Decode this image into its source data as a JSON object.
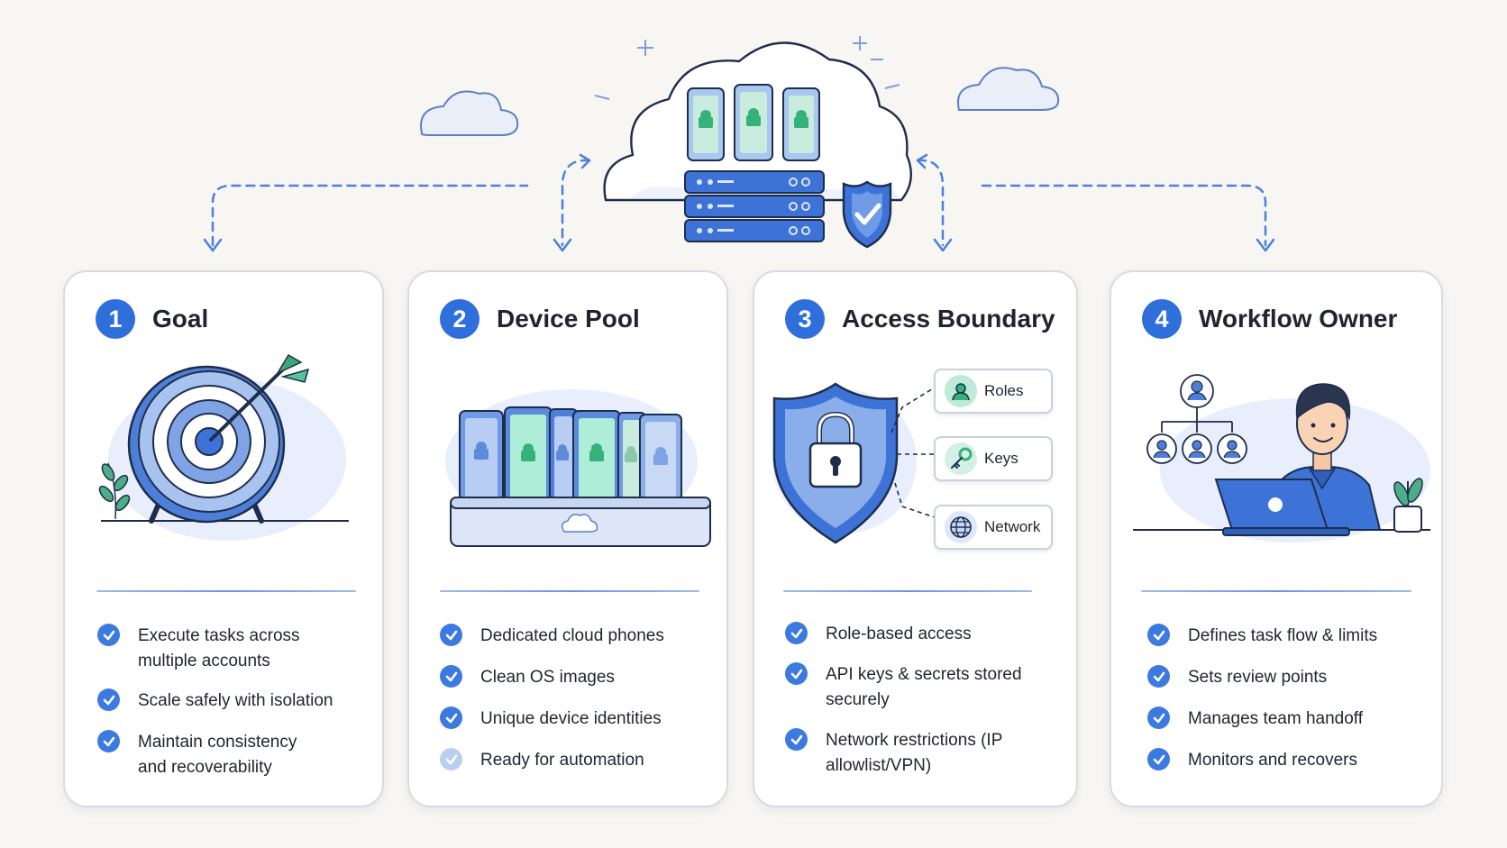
{
  "cards": [
    {
      "number": "1",
      "title": "Goal",
      "bullets": [
        "Execute tasks across multiple accounts",
        "Scale safely with isolation",
        "Maintain consistency and recoverability"
      ]
    },
    {
      "number": "2",
      "title": "Device Pool",
      "bullets": [
        "Dedicated cloud phones",
        "Clean OS images",
        "Unique device identities",
        "Ready for automation"
      ]
    },
    {
      "number": "3",
      "title": "Access Boundary",
      "bullets": [
        "Role-based access",
        "API keys & secrets stored securely",
        "Network restrictions (IP allowlist/VPN)"
      ],
      "chips": [
        "Roles",
        "Keys",
        "Network"
      ]
    },
    {
      "number": "4",
      "title": "Workflow Owner",
      "bullets": [
        "Defines task flow & limits",
        "Sets review points",
        "Manages team handoff",
        "Monitors and recovers"
      ]
    }
  ],
  "colors": {
    "accent": "#2f6fdc",
    "check": "#3d7ae0",
    "check_light": "#b9cff2",
    "android": "#34b27a",
    "border": "#d7dbe3"
  },
  "icons": [
    "cloud-icon",
    "server-icon",
    "shield-check-icon",
    "phone-icon",
    "android-icon",
    "target-icon",
    "arrow-icon",
    "plant-icon",
    "lock-icon",
    "user-icon",
    "key-icon",
    "globe-icon",
    "org-chart-icon",
    "person-icon",
    "laptop-icon",
    "check-icon"
  ]
}
